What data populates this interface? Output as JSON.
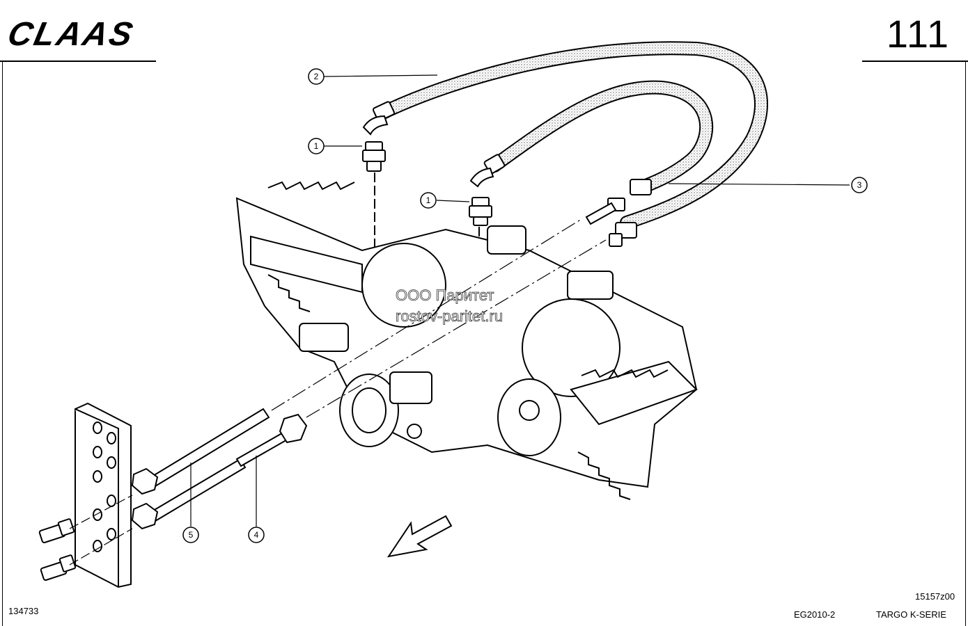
{
  "header": {
    "logo_text": "CLAAS",
    "page_number": "111"
  },
  "callouts": [
    "1",
    "1",
    "2",
    "3",
    "4",
    "5"
  ],
  "watermark": {
    "line1": "ООО Паритет",
    "line2": "rostov-paritet.ru"
  },
  "footer": {
    "drawing_id": "134733",
    "ref_code": "15157z00",
    "edition": "EG2010-2",
    "series": "TARGO K-SERIE"
  },
  "icons": [
    "direction-arrow-icon"
  ]
}
